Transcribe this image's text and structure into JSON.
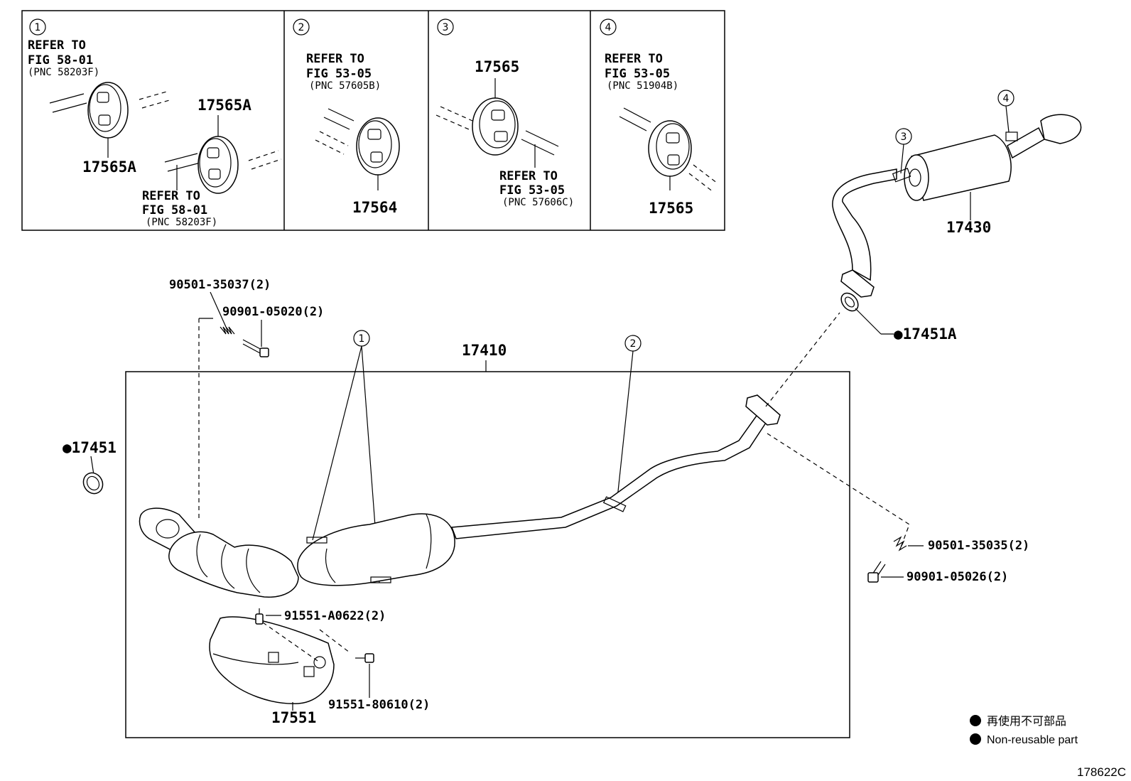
{
  "insets": [
    {
      "index": "1",
      "ref_lines": [
        "REFER TO",
        "FIG 58-01"
      ],
      "pnc": "(PNC 58203F)",
      "parts": [
        "17565A",
        "17565A"
      ],
      "ref2_lines": [
        "REFER TO",
        "FIG 58-01"
      ],
      "pnc2": "(PNC 58203F)"
    },
    {
      "index": "2",
      "ref_lines": [
        "REFER TO",
        "FIG 53-05"
      ],
      "pnc": "(PNC 57605B)",
      "parts": [
        "17564"
      ]
    },
    {
      "index": "3",
      "ref_lines": [
        "REFER TO",
        "FIG 53-05"
      ],
      "pnc": "(PNC 57606C)",
      "parts": [
        "17565"
      ]
    },
    {
      "index": "4",
      "ref_lines": [
        "REFER TO",
        "FIG 53-05"
      ],
      "pnc": "(PNC 51904B)",
      "parts": [
        "17565"
      ]
    }
  ],
  "main": {
    "assembly": "17410",
    "callouts": [
      "1",
      "2",
      "3",
      "4"
    ],
    "parts": {
      "gasket_front": "17451",
      "gasket_rear": "17451A",
      "tail_pipe": "17430",
      "heat_insulator": "17551",
      "spring_front": "90501-35037(2)",
      "bolt_front": "90901-05020(2)",
      "spring_rear": "90501-35035(2)",
      "bolt_rear": "90901-05026(2)",
      "bolt_a": "91551-A0622(2)",
      "bolt_b": "91551-80610(2)"
    }
  },
  "legend": {
    "items": [
      "再使用不可部品",
      "Non-reusable part"
    ]
  },
  "figure_id": "178622C"
}
